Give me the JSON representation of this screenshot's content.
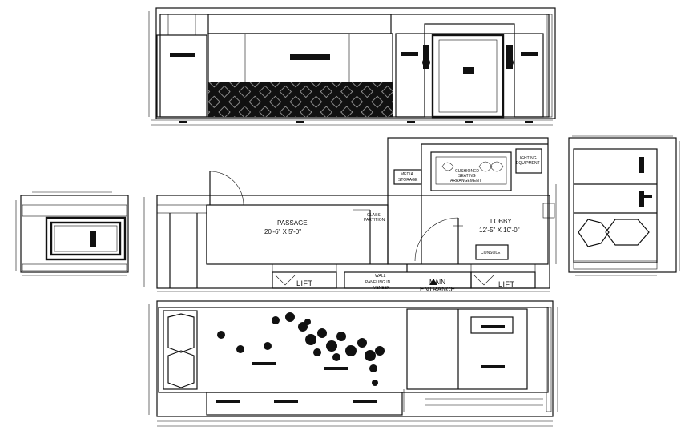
{
  "labels": {
    "passage": "PASSAGE",
    "passage_dim": "20'-6\" X 5'-0\"",
    "glass_partition_1": "GLASS",
    "glass_partition_2": "PARTITION",
    "lobby": "LOBBY",
    "lobby_dim": "12'-5\" X 10'-0\"",
    "media_storage_1": "MEDIA",
    "media_storage_2": "STORAGE",
    "cushioned_1": "CUSHIONED",
    "cushioned_2": "SEATING",
    "cushioned_3": "ARRANGEMENT",
    "lighting_1": "LIGHTING",
    "lighting_2": "EQUIPMENT",
    "console": "CONSOLE",
    "lift_left": "LIFT",
    "lift_right": "LIFT",
    "wall_paneling_1": "WALL",
    "wall_paneling_2": "PANELING IN",
    "wall_paneling_3": "VENEER",
    "main_entrance_1": "MAIN",
    "main_entrance_2": "ENTRANCE"
  },
  "colors": {
    "ink": "#111111",
    "paper": "#ffffff"
  }
}
